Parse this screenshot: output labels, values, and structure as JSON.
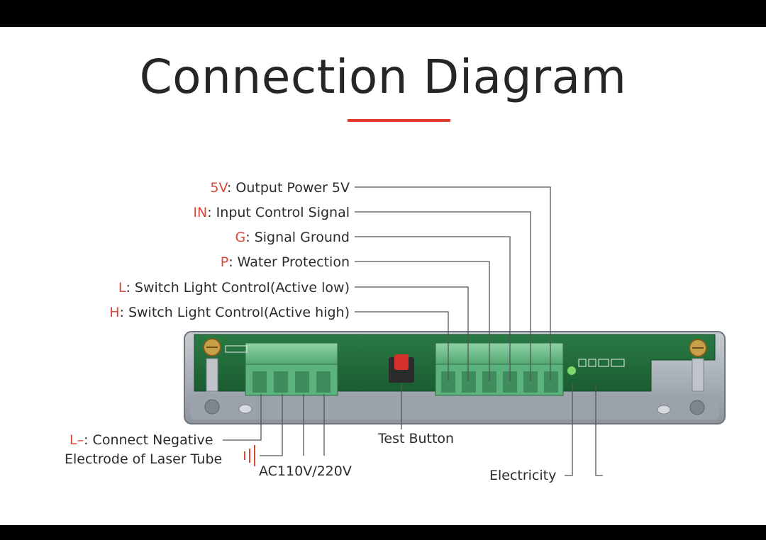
{
  "title": "Connection Diagram",
  "colors": {
    "accent": "#e03b2f",
    "board": "#1f6f3a",
    "terminal": "#6cc08a",
    "case": "#9aa3ad"
  },
  "terminal_labels": [
    {
      "code": "5V",
      "desc": "Output Power 5V"
    },
    {
      "code": "IN",
      "desc": "Input Control Signal"
    },
    {
      "code": "G",
      "desc": "Signal Ground"
    },
    {
      "code": "P",
      "desc": "Water Protection"
    },
    {
      "code": "L",
      "desc": "Switch Light Control(Active low)"
    },
    {
      "code": "H",
      "desc": "Switch Light Control(Active high)"
    }
  ],
  "bottom": {
    "laser_code": "L–",
    "laser_line1": "Connect Negative",
    "laser_line2": "Electrode of Laser Tube",
    "ac": "AC110V/220V",
    "test": "Test Button",
    "electricity": "Electricity"
  }
}
